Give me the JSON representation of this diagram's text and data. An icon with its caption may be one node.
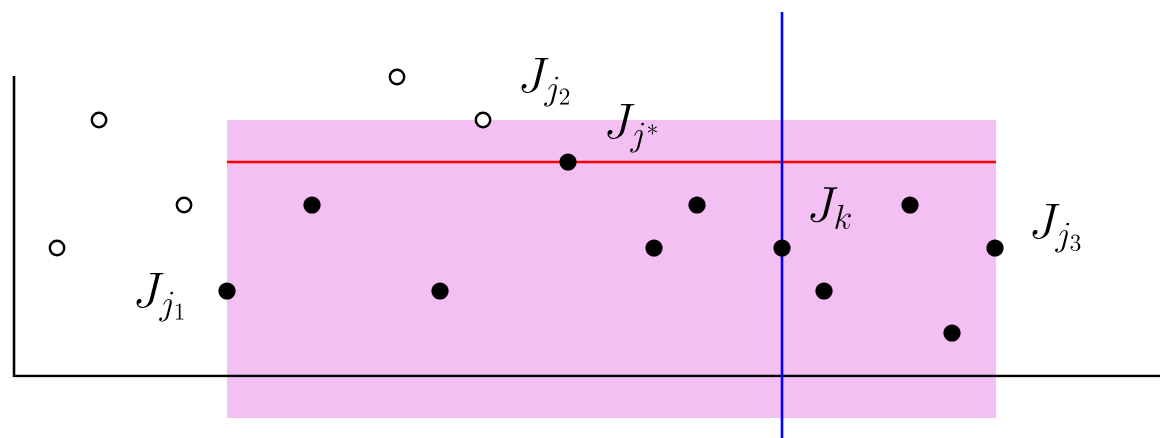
{
  "diagram": {
    "labels": [
      "J_{j_2}",
      "J_{j^*}",
      "J_k",
      "J_{j_1}",
      "J_{j_3}"
    ]
  }
}
